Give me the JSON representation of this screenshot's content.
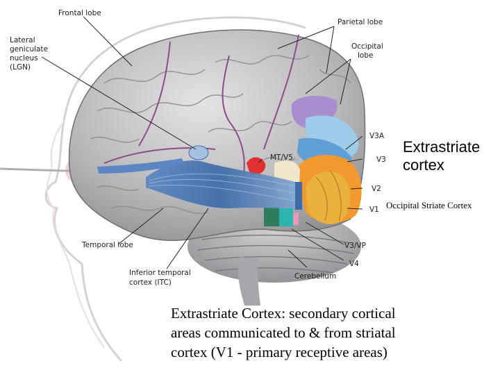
{
  "labels": {
    "frontal_lobe": "Frontal lobe",
    "parietal_lobe": "Parietal lobe",
    "lgn_line1": "Lateral",
    "lgn_line2": "geniculate",
    "lgn_line3": "nucleus",
    "lgn_line4": "(LGN)",
    "occipital_line1": "Occipital",
    "occipital_line2": "lobe",
    "v3a": "V3A",
    "v3": "V3",
    "v2": "V2",
    "v1": "V1",
    "mt_v5": "MT/V5",
    "temporal_lobe": "Temporal lobe",
    "itc_line1": "Inferior temporal",
    "itc_line2": "cortex (ITC)",
    "v3_vp": "V3/VP",
    "v4": "V4",
    "cerebellum": "Cerebellum"
  },
  "annotations": {
    "extrastriate_line1": "Extrastriate",
    "extrastriate_line2": "cortex",
    "occipital_striate": "Occipital Striate Cortex"
  },
  "caption": "Extrastriate Cortex: secondary cortical\nareas communicated to & from striatal\ncortex (V1 - primary receptive areas)",
  "colors": {
    "brain": "#b9b9bc",
    "optic_tract": "#3f6fae",
    "v1": "#e8b23c",
    "v2": "#f29a2e",
    "v3": "#5f9fd6",
    "v3a": "#9ecbe8",
    "purple_area": "#a78fcf",
    "mt_v5": "#e0302f",
    "green_area": "#2f7d5d",
    "teal_area": "#2bb4b0",
    "sulcus_lines": "#8a4e86"
  }
}
